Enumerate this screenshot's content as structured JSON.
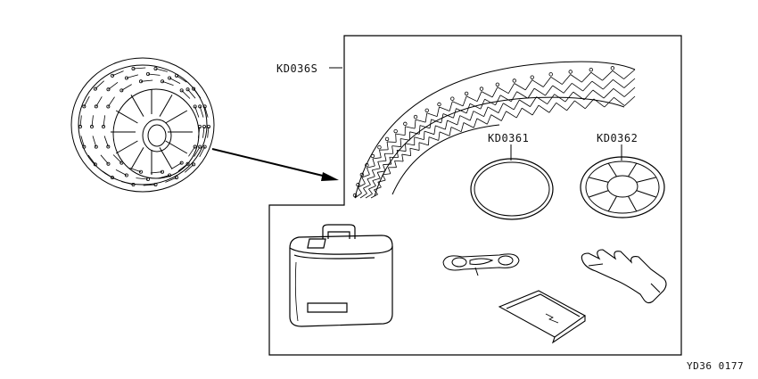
{
  "parts": {
    "kit_label": "KD036S",
    "ring_label": "KD0361",
    "disc_label": "KD0362"
  },
  "figure_code": "YD36 0177",
  "icons": {
    "tire": "tire-with-snow-net-icon",
    "net": "snow-net-icon",
    "ring": "tension-ring-icon",
    "disc": "spoke-disc-icon",
    "case": "storage-case-icon",
    "tool": "fastening-tool-icon",
    "glove": "glove-icon",
    "sheet": "ground-sheet-icon"
  },
  "colors": {
    "line": "#000000",
    "background": "#ffffff"
  }
}
